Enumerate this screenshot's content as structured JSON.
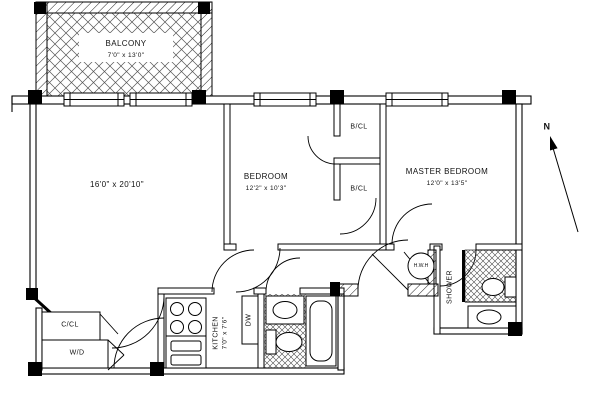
{
  "plan": {
    "balcony": {
      "label": "BALCONY",
      "dims": "7'0\" x 13'0\""
    },
    "living_room": {
      "dims": "16'0\" x 20'10\""
    },
    "bedroom": {
      "label": "BEDROOM",
      "dims": "12'2\" x 10'3\""
    },
    "master_bedroom": {
      "label": "MASTER BEDROOM",
      "dims": "12'0\" x 13'5\""
    },
    "bedroom_closet_upper": {
      "label": "B/CL"
    },
    "bedroom_closet_lower": {
      "label": "B/CL"
    },
    "kitchen": {
      "label": "KITCHEN",
      "dims": "7'0\" x 7'6\""
    },
    "coat_closet": {
      "label": "C/CL"
    },
    "washer_dryer": {
      "label": "W/D"
    },
    "shower": {
      "label": "SHOWER"
    },
    "water_heater": {
      "label": "H.W.H"
    },
    "dishwasher": {
      "label": "DW"
    },
    "compass": {
      "label": "N"
    }
  }
}
